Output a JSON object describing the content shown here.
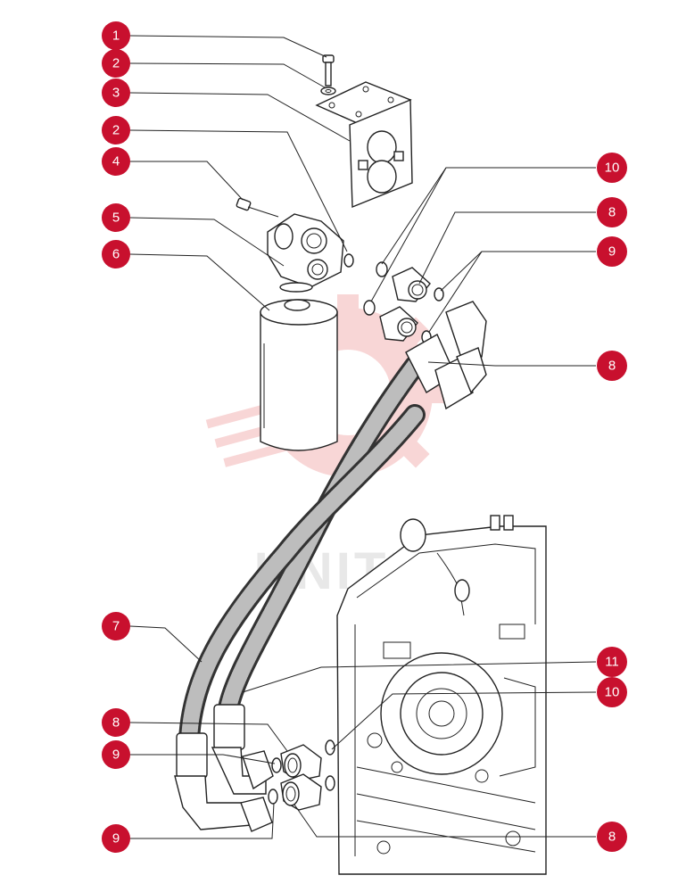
{
  "watermark": {
    "text": "UNITEX",
    "color": "#f3b5b5"
  },
  "callout_color": "#c8102e",
  "callouts": [
    {
      "label": "1"
    },
    {
      "label": "2"
    },
    {
      "label": "3"
    },
    {
      "label": "2"
    },
    {
      "label": "4"
    },
    {
      "label": "5"
    },
    {
      "label": "6"
    },
    {
      "label": "10"
    },
    {
      "label": "8"
    },
    {
      "label": "9"
    },
    {
      "label": "8"
    },
    {
      "label": "7"
    },
    {
      "label": "11"
    },
    {
      "label": "10"
    },
    {
      "label": "8"
    },
    {
      "label": "9"
    },
    {
      "label": "9"
    },
    {
      "label": "8"
    }
  ]
}
